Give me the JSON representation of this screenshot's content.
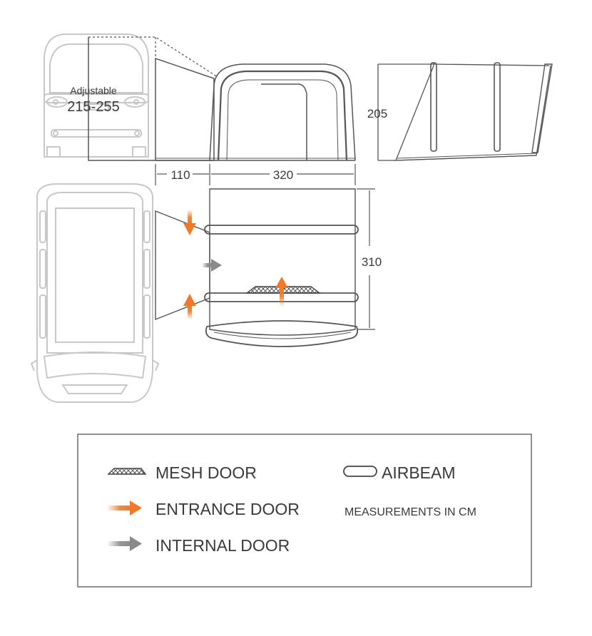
{
  "labels": {
    "adjustable": "Adjustable",
    "adjustable_range": "215-255",
    "height_205": "205",
    "width_110": "110",
    "width_320": "320",
    "depth_310": "310"
  },
  "legend": {
    "mesh_door": "MESH DOOR",
    "entrance_door": "ENTRANCE DOOR",
    "internal_door": "INTERNAL DOOR",
    "airbeam": "AIRBEAM",
    "measurements": "MEASUREMENTS IN CM"
  },
  "colors": {
    "line": "#555555",
    "van_outline": "#c8c8c8",
    "entrance_arrow": "#f07a2a",
    "internal_arrow": "#8a8a8a",
    "text": "#3a3a3a"
  },
  "icons": {
    "mesh": "mesh-door-icon",
    "entrance": "entrance-arrow-icon",
    "internal": "internal-arrow-icon",
    "airbeam": "airbeam-icon"
  }
}
